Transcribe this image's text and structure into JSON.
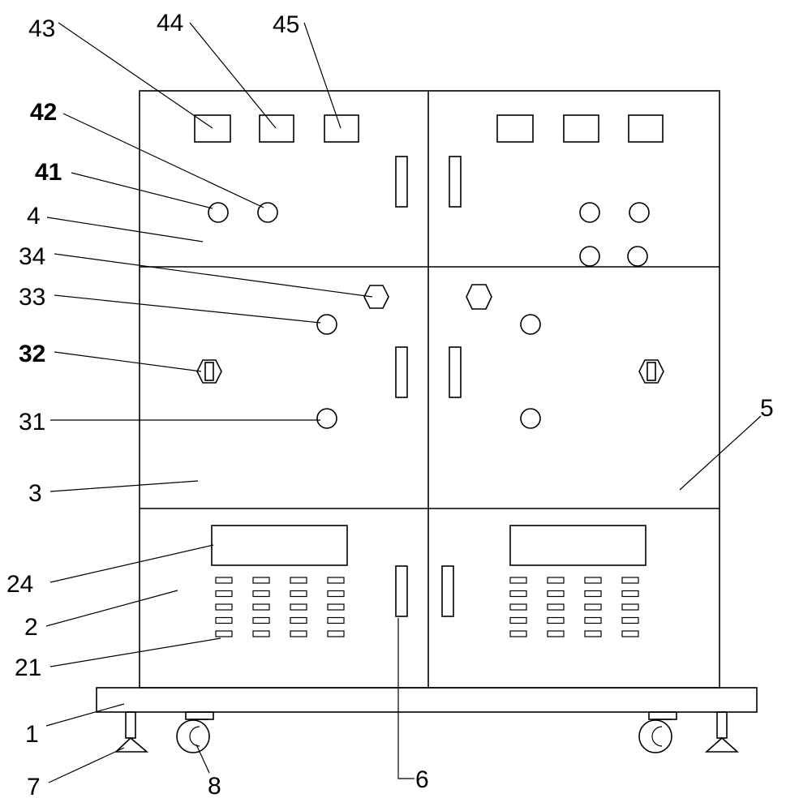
{
  "labels": {
    "n1": "1",
    "n2": "2",
    "n3": "3",
    "n4": "4",
    "n5": "5",
    "n6": "6",
    "n7": "7",
    "n8": "8",
    "n21": "21",
    "n24": "24",
    "n31": "31",
    "n32": "32",
    "n33": "33",
    "n34": "34",
    "n41": "41",
    "n42": "42",
    "n43": "43",
    "n44": "44",
    "n45": "45"
  }
}
